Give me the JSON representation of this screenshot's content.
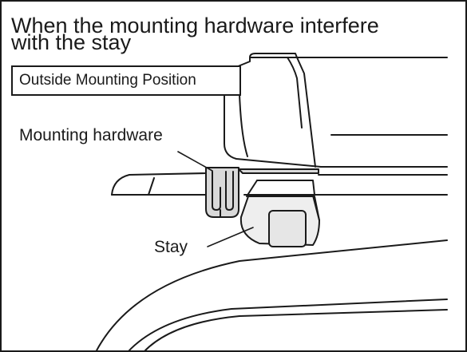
{
  "title": {
    "line1": "When the mounting hardware interfere",
    "line2": "with the stay"
  },
  "position_box": {
    "label": "Outside Mounting Position"
  },
  "labels": {
    "mounting_hardware": "Mounting hardware",
    "stay": "Stay"
  },
  "colors": {
    "line": "#1a1a1a",
    "hardware_fill": "#d9d9d9",
    "stay_fill": "#eeeeee",
    "background": "#ffffff"
  }
}
